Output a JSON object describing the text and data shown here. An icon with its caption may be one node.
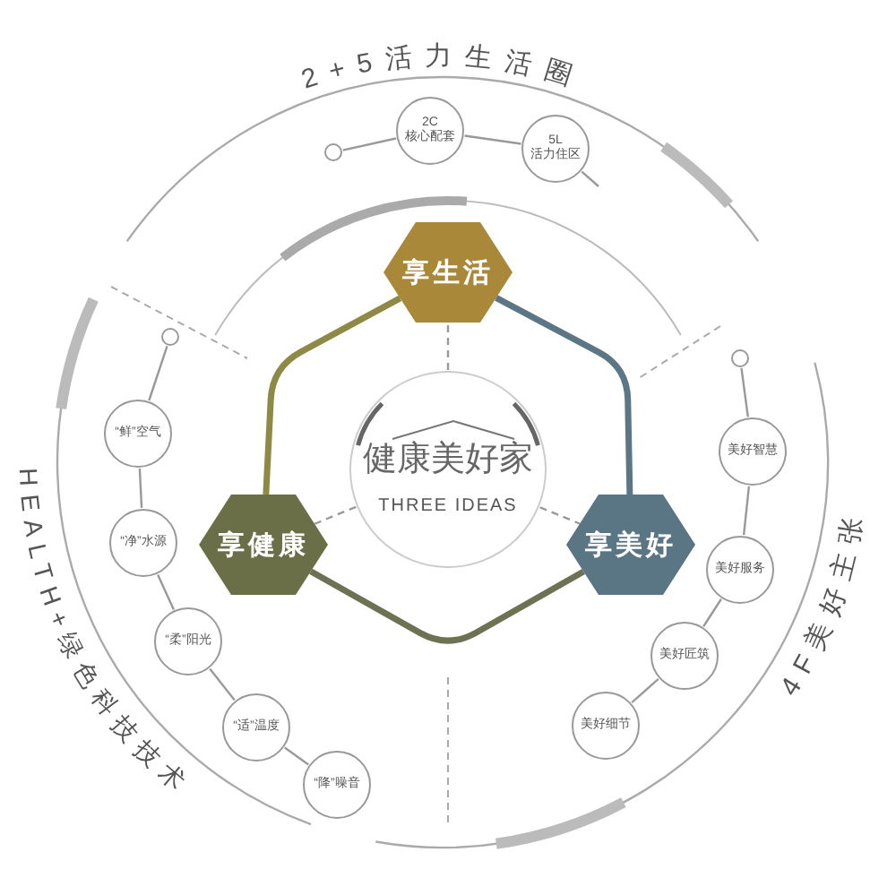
{
  "diagram": {
    "nodes": [
      {
        "text": [
          "健康美好家",
          "THREE IDEAS"
        ]
      },
      {
        "text": [
          "享生活"
        ]
      },
      {
        "text": [
          "享健康"
        ]
      },
      {
        "text": [
          "享美好"
        ]
      },
      {
        "text": [],
        "shape": "circle"
      },
      {
        "text": [
          "2C 核心配套"
        ]
      },
      {
        "text": [
          "5L 活力住区"
        ]
      },
      {
        "text": [],
        "shape": "circle"
      },
      {
        "text": [
          "“鲜”空气"
        ]
      },
      {
        "text": [
          "“净”水源"
        ]
      },
      {
        "text": [
          "“柔”阳光"
        ]
      },
      {
        "text": [
          "“适”温度"
        ]
      },
      {
        "text": [
          "“降”噪音"
        ]
      },
      {
        "text": [],
        "shape": "circle"
      },
      {
        "text": [
          "美好智慧"
        ]
      },
      {
        "text": [
          "美好服务"
        ]
      },
      {
        "text": [
          "美好匠筑"
        ]
      },
      {
        "text": [
          "美好细节"
        ]
      }
    ],
    "edges": [
      {
        "from": 1,
        "to": 2,
        "arrow": "none",
        "style": "thick",
        "color": "#8e8a45"
      },
      {
        "from": 2,
        "to": 3,
        "arrow": "none",
        "style": "thick",
        "color": "#6d7352"
      },
      {
        "from": 3,
        "to": 1,
        "arrow": "none",
        "style": "thick",
        "color": "#5b7684"
      },
      {
        "from": 0,
        "to": 1,
        "arrow": "none",
        "style": "dashed"
      },
      {
        "from": 0,
        "to": 2,
        "arrow": "none",
        "style": "dashed"
      },
      {
        "from": 0,
        "to": 3,
        "arrow": "none",
        "style": "dashed"
      },
      {
        "from": 4,
        "to": 5,
        "arrow": "none"
      },
      {
        "from": 5,
        "to": 6,
        "arrow": "none"
      },
      {
        "from": 6,
        "to": null,
        "arrow": "none"
      },
      {
        "from": 7,
        "to": 8,
        "arrow": "none"
      },
      {
        "from": 8,
        "to": 9,
        "arrow": "none"
      },
      {
        "from": 9,
        "to": 10,
        "arrow": "none"
      },
      {
        "from": 10,
        "to": 11,
        "arrow": "none"
      },
      {
        "from": 11,
        "to": 12,
        "arrow": "none"
      },
      {
        "from": 13,
        "to": 14,
        "arrow": "none"
      },
      {
        "from": 14,
        "to": 15,
        "arrow": "none"
      },
      {
        "from": 15,
        "to": 16,
        "arrow": "none"
      },
      {
        "from": 16,
        "to": 17,
        "arrow": "none"
      }
    ],
    "labels": [
      "2+5活力生活圈",
      "HEALTH+绿色科技技术",
      "4F美好主张"
    ]
  }
}
